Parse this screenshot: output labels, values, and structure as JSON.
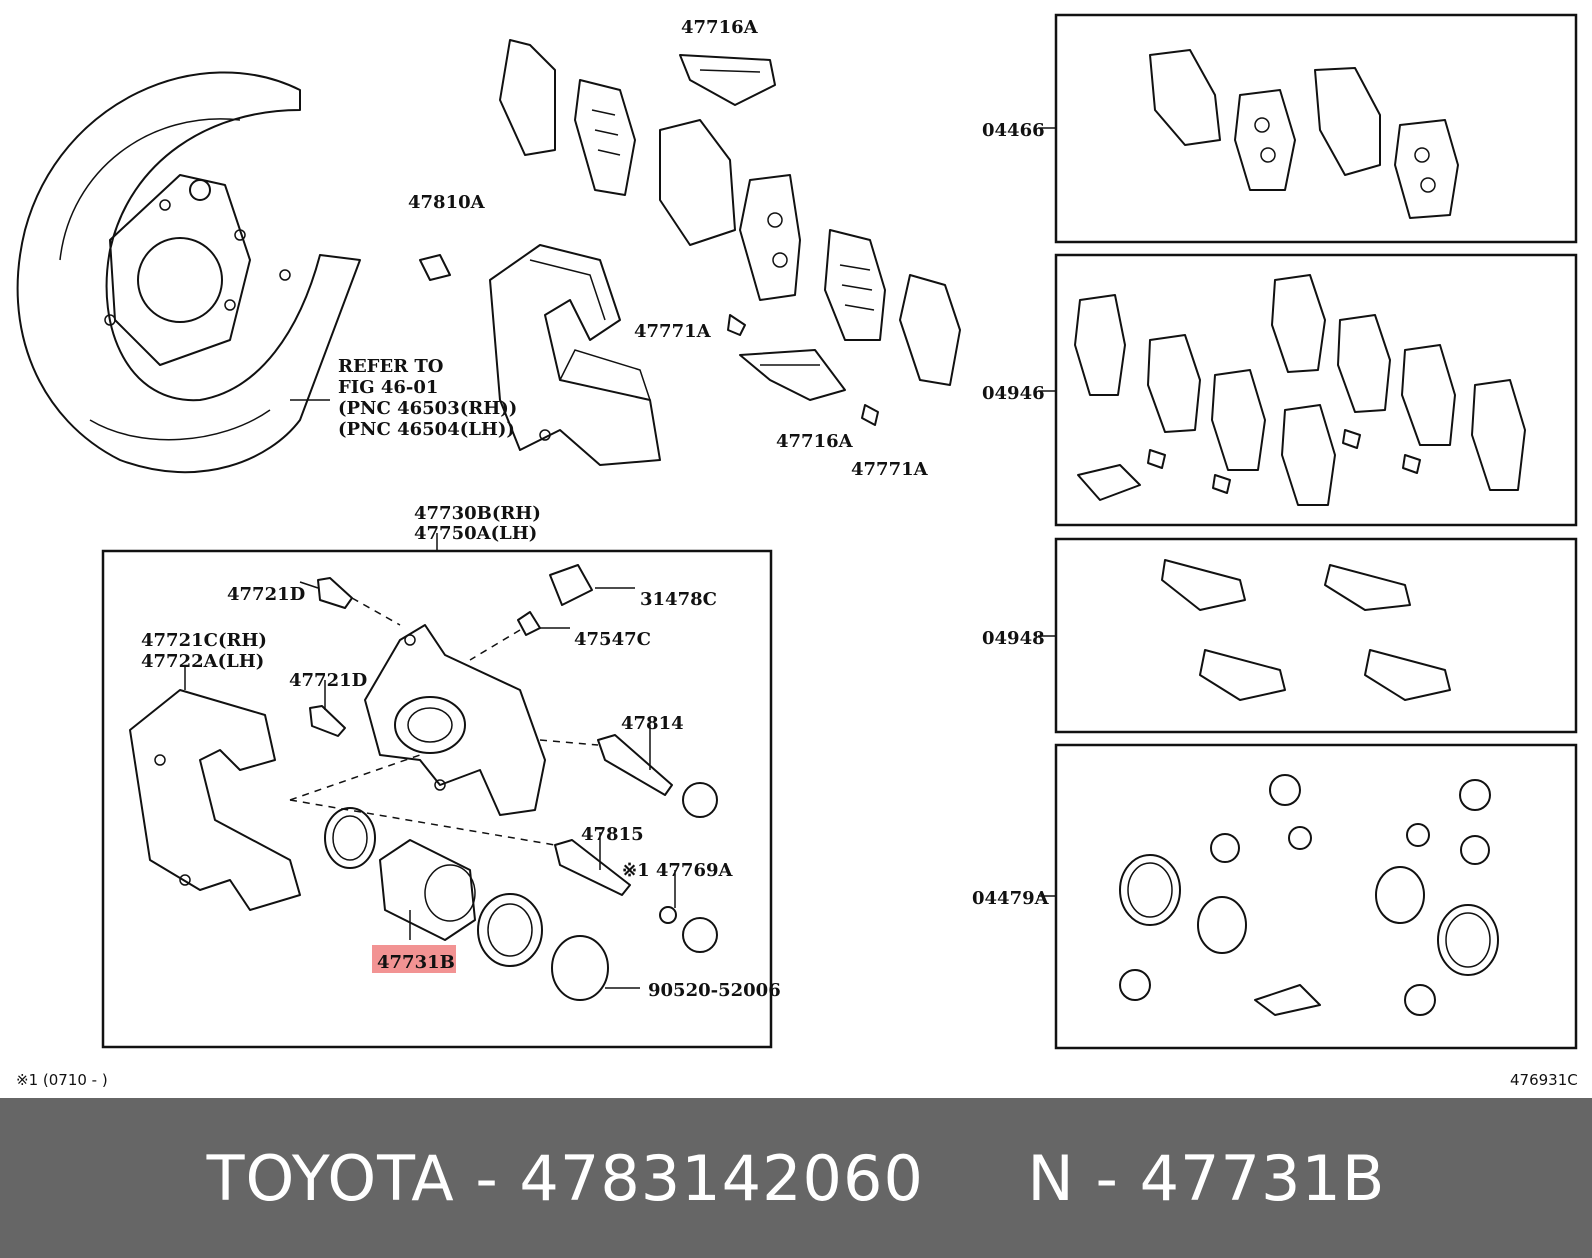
{
  "diagram": {
    "labels": {
      "p47716a_top": "47716A",
      "p47810a": "47810A",
      "p47771a_left": "47771A",
      "p47716a_bot": "47716A",
      "p47771a_bot": "47771A",
      "refer_line1": "REFER TO",
      "refer_line2": "FIG 46-01",
      "refer_line3": "(PNC 46503(RH))",
      "refer_line4": "(PNC 46504(LH))",
      "p47730b": "47730B(RH)",
      "p47750a": "47750A(LH)",
      "p47721d_top": "47721D",
      "p31478c": "31478C",
      "p47547c": "47547C",
      "p47721c": "47721C(RH)",
      "p47722a": "47722A(LH)",
      "p47721d_mid": "47721D",
      "p47814": "47814",
      "p47815": "47815",
      "p47769a": "※1 47769A",
      "p47731b": "47731B",
      "p90520": "90520-52006",
      "p04466": "04466",
      "p04946": "04946",
      "p04948": "04948",
      "p04479a": "04479A",
      "footnote": "※1 (0710 -        )",
      "fig_code": "476931C"
    },
    "highlight_color": "#f08080"
  },
  "footer": {
    "text": "TOYOTA - 4783142060     N - 47731B"
  }
}
